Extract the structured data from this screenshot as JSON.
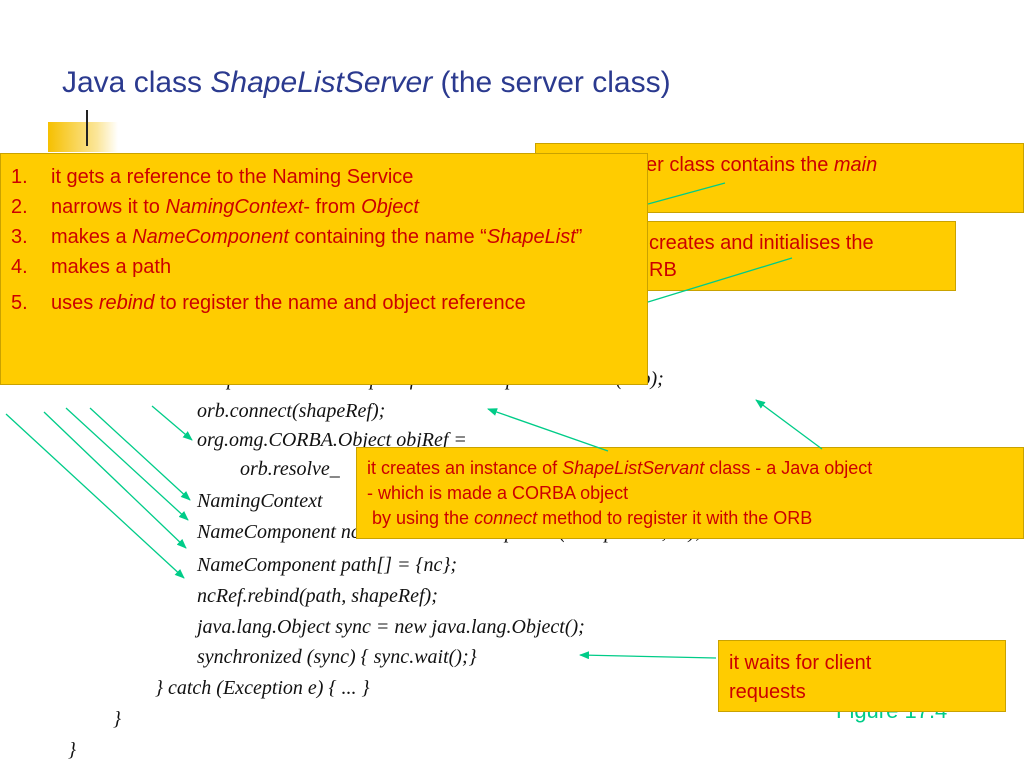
{
  "title": {
    "prefix": "Java class ",
    "italic": "ShapeListServer",
    "suffix": " (the server class)"
  },
  "main_box": {
    "items": [
      {
        "num": "1.",
        "segments": [
          {
            "t": "it gets a reference to the Naming Service"
          }
        ]
      },
      {
        "num": "2.",
        "segments": [
          {
            "t": "narrows it to "
          },
          {
            "t": "NamingContext",
            "i": true
          },
          {
            "t": "- from "
          },
          {
            "t": "Object",
            "i": true
          }
        ]
      },
      {
        "num": "3.",
        "segments": [
          {
            "t": "makes a "
          },
          {
            "t": "NameComponent",
            "i": true
          },
          {
            "t": " containing the name “"
          },
          {
            "t": "ShapeList",
            "i": true
          },
          {
            "t": "”"
          }
        ]
      },
      {
        "num": "4.",
        "segments": [
          {
            "t": "makes a path"
          }
        ]
      },
      {
        "num": "5.",
        "segments": [
          {
            "t": "uses "
          },
          {
            "t": "rebind",
            "i": true
          },
          {
            "t": " to register the name and object reference"
          }
        ]
      }
    ]
  },
  "callout_main": {
    "text": "er class contains the ",
    "italic": "main"
  },
  "callout_orb": {
    "line1": "creates and initialises the",
    "line2": "RB"
  },
  "callout_servant": {
    "line1_prefix": "it creates an instance of ",
    "line1_italic": "ShapeListServant",
    "line1_suffix": " class - a Java object",
    "line2": "- which is made a CORBA object",
    "line3_prefix": " by using the ",
    "line3_italic": "connect",
    "line3_suffix": " method to register it with the ORB"
  },
  "callout_wait": {
    "line1": "it waits for client",
    "line2": "requests"
  },
  "code_lines": [
    "ShapeListServant shapeRef = new ShapeListServant(orb);",
    "orb.connect(shapeRef);",
    "org.omg.CORBA.Object objRef =",
    "orb.resolve_",
    "NamingContext",
    "NameComponent nc = new NameComponent(\"ShapeList\", \"\");",
    "NameComponent path[] = {nc};",
    "ncRef.rebind(path, shapeRef);",
    "java.lang.Object sync = new java.lang.Object();",
    "synchronized (sync) {   sync.wait();}",
    "} catch (Exception e) { ... }",
    "}",
    "}"
  ],
  "figure_label": "Figure 17.4",
  "colors": {
    "box_fill": "#ffcc00",
    "box_text": "#cc0000",
    "title": "#2b3a8f",
    "arrow": "#00cc88"
  }
}
